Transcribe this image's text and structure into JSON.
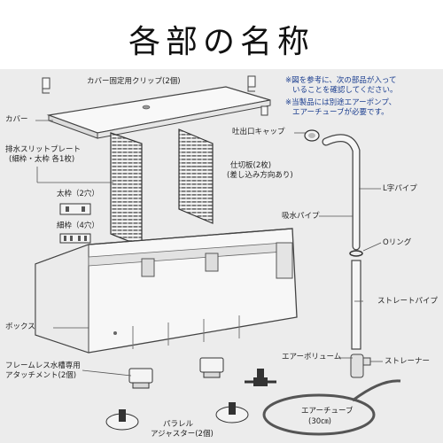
{
  "title": "各部の名称",
  "notes": [
    "※図を参考に、次の部品が入って",
    "いることを確認してください。",
    "※当製品には別途エアーポンプ、",
    "エアーチューブが必要です。"
  ],
  "labels": {
    "cover_clip": "カバー固定用クリップ(2個)",
    "cover": "カバー",
    "slit_plate_1": "排水スリットプレート",
    "slit_plate_2": "(細枠・太枠 各1枚)",
    "thick_frame": "太枠（2穴）",
    "thin_frame": "細枠（4穴）",
    "outlet_cap": "吐出口キャップ",
    "divider_1": "仕切板(2枚)",
    "divider_2": "(差し込み方向あり)",
    "l_pipe": "L字パイプ",
    "intake_pipe": "吸水パイプ",
    "o_ring": "Oリング",
    "straight_pipe": "ストレートパイプ",
    "box": "ボックス",
    "air_volume": "エアーボリューム",
    "strainer": "ストレーナー",
    "attachment_1": "フレームレス水槽専用",
    "attachment_2": "アタッチメント(2個)",
    "air_tube_1": "エアーチューブ",
    "air_tube_2": "(30㎝)",
    "adjuster_1": "パラレル",
    "adjuster_2": "アジャスター(2個)"
  },
  "colors": {
    "background": "#ececec",
    "note_text": "#1a3d8f",
    "part_fill": "#fafafa",
    "outline": "#444444",
    "dark_part": "#333333"
  }
}
